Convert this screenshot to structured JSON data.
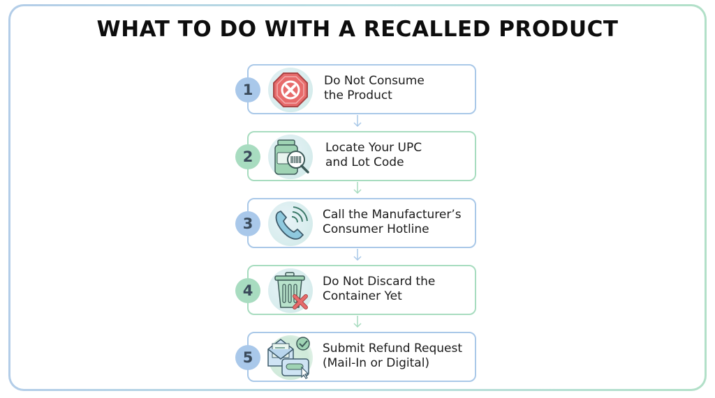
{
  "title": "WHAT TO DO WITH A RECALLED PRODUCT",
  "colors": {
    "blue_accent": "#a9c8ea",
    "green_accent": "#a8dcc0",
    "stop_red": "#e76b6b",
    "text": "#1a1a1a"
  },
  "steps": [
    {
      "number": "1",
      "icon": "stop-sign-x-icon",
      "line1": "Do Not Consume",
      "line2": "the Product",
      "theme": "blue"
    },
    {
      "number": "2",
      "icon": "jar-magnifier-barcode-icon",
      "line1": "Locate Your UPC",
      "line2": "and Lot Code",
      "theme": "green"
    },
    {
      "number": "3",
      "icon": "phone-call-icon",
      "line1": "Call the Manufacturer’s",
      "line2": "Consumer Hotline",
      "theme": "blue"
    },
    {
      "number": "4",
      "icon": "trash-can-x-icon",
      "line1": "Do Not Discard the",
      "line2": "Container Yet",
      "theme": "green"
    },
    {
      "number": "5",
      "icon": "envelope-submit-icon",
      "line1": "Submit Refund Request",
      "line2": "(Mail-In or Digital)",
      "theme": "blue",
      "submit_text": "Submit"
    }
  ]
}
